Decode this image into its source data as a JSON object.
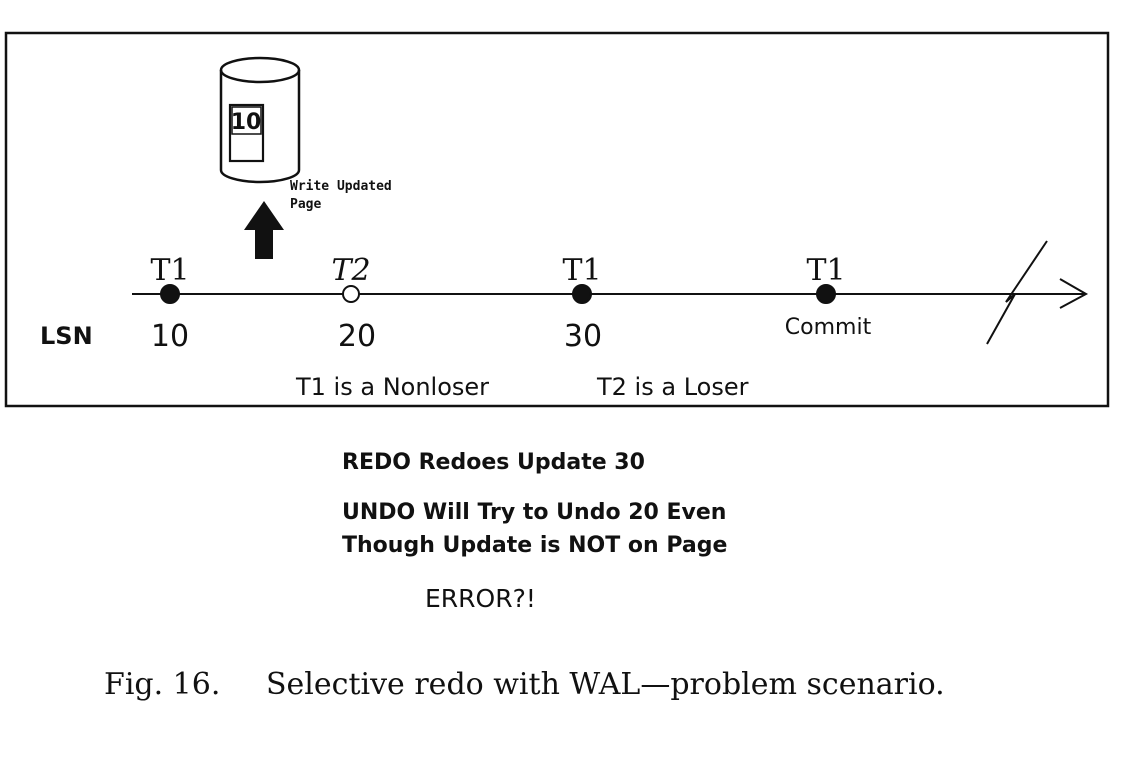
{
  "diagram": {
    "page_label": "10",
    "write_note_line1": "Write Updated",
    "write_note_line2": "Page",
    "axis_label": "LSN",
    "events": [
      {
        "txn": "T1",
        "lsn": "10",
        "filled": true
      },
      {
        "txn": "T2",
        "lsn": "20",
        "filled": false
      },
      {
        "txn": "T1",
        "lsn": "30",
        "filled": true
      },
      {
        "txn": "T1",
        "lsn": "Commit",
        "filled": true
      }
    ],
    "status_nonloser": "T1 is a Nonloser",
    "status_loser": "T2 is a Loser"
  },
  "notes": {
    "redo": "REDO Redoes Update 30",
    "undo_line1": "UNDO Will Try to Undo 20 Even",
    "undo_line2": "Though Update is NOT on Page",
    "error": "ERROR?!"
  },
  "caption": {
    "label": "Fig. 16.",
    "text": "Selective redo with WAL—problem scenario."
  }
}
